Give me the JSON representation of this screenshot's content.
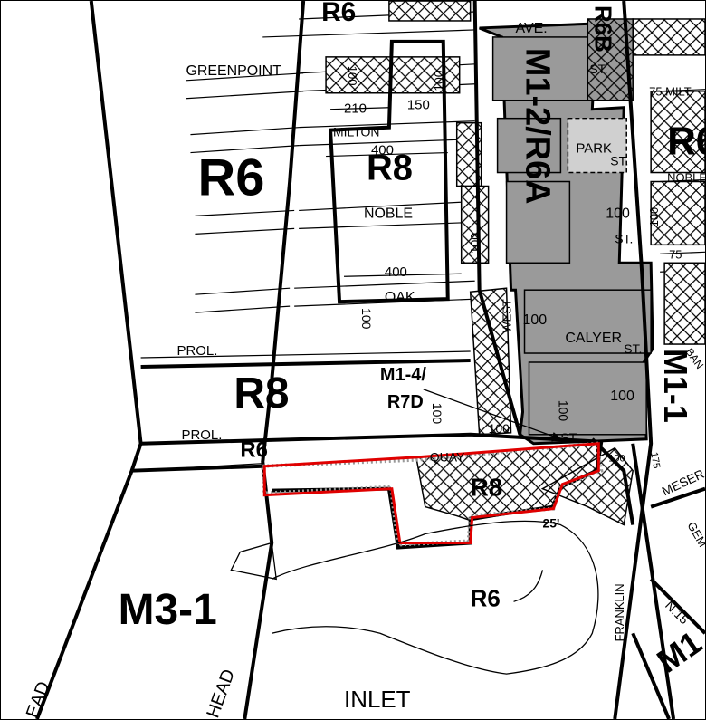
{
  "map": {
    "zones": {
      "r6_main": "R6",
      "r8_upper": "R8",
      "r8_lower": "R8",
      "r8_quay": "R8",
      "m1_2_r6a": "M1-2/R6A",
      "r6b": "R6B",
      "m1_4_r7d_line1": "M1-4/",
      "m1_4_r7d_line2": "R7D",
      "r6_strip": "R6",
      "r6_south": "R6",
      "m3_1": "M3-1",
      "m1_1": "M1-1",
      "r6_partial_top": "R6",
      "r_partial_right": "R6",
      "m_partial_bottom": "M1"
    },
    "streets": {
      "greenpoint": "GREENPOINT",
      "ave": "AVE.",
      "milton": "MILTON",
      "milton_right": "75 MILT",
      "noble": "NOBLE",
      "noble_right": "NOBLE",
      "oak": "OAK",
      "oak_right": "75",
      "prol_upper": "PROL.",
      "prol_lower": "PROL.",
      "west": "WEST",
      "calyer": "CALYER",
      "st1": "ST.",
      "st2": "ST.",
      "st3": "ST.",
      "st4": "ST.",
      "st5": "ST.",
      "quay": "QUAY",
      "park": "PARK",
      "franklin": "FRANKLIN",
      "meserole": "MESER",
      "n15": "N.15",
      "head_left": "EAD",
      "head_right": "HEAD",
      "inlet": "INLET",
      "gem": "GEM",
      "ban": "BAN"
    },
    "dimensions": {
      "d210": "210",
      "d150": "150",
      "d400_top": "400",
      "d400_bottom": "400",
      "d100_a": "100",
      "d100_b": "100",
      "d100_c": "100",
      "d100_d": "100",
      "d100_e": "100",
      "d100_f": "100",
      "d100_g": "100",
      "d100_h": "100",
      "d100_i": "100",
      "d100_j": "100",
      "d100_k": "100",
      "d100_l": "100",
      "d175": "175",
      "d25": "25'"
    },
    "colors": {
      "highlight": "#e00000",
      "shaded": "#9a9a9a",
      "line": "#000000",
      "paper": "#ffffff"
    }
  }
}
